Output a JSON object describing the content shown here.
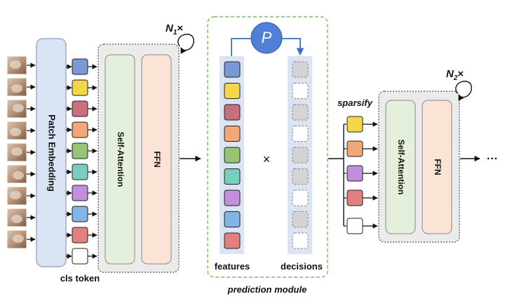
{
  "labels": {
    "patch_embedding": "Patch Embedding",
    "cls_token": "cls token",
    "self_attention_1": "Self-Attention",
    "ffn_1": "FFN",
    "n1_repeat": "N",
    "n1_sub": "1",
    "times": "×",
    "p_symbol": "P",
    "features": "features",
    "decisions": "decisions",
    "multiply": "×",
    "prediction_module": "prediction module",
    "sparsify": "sparsify",
    "self_attention_2": "Self-Attention",
    "ffn_2": "FFN",
    "n2_repeat": "N",
    "n2_sub": "2",
    "ellipsis": "···"
  },
  "colors": {
    "tokens": [
      "#7b98d6",
      "#f5d648",
      "#c8717e",
      "#f1a777",
      "#96c575",
      "#78cfbf",
      "#c38fdc",
      "#84b4e4",
      "#e2807f",
      "#ffffff"
    ],
    "sparse_tokens": [
      "#f5d648",
      "#f1a777",
      "#c38fdc",
      "#e2807f",
      "#ffffff"
    ],
    "patch_embedding_fill": "#dbe4f5",
    "self_attention_fill": "#e4f0dc",
    "ffn_fill": "#fbe3d6",
    "block_bg": "#ebebeb",
    "prediction_border": "#7cbf5a",
    "column_bg": "#dbe4f5",
    "p_circle": "#4f7fd6",
    "decision_grey": "#d4d4d4"
  },
  "decisions": [
    "grey",
    "white",
    "grey",
    "white",
    "grey",
    "grey",
    "white",
    "grey",
    "white"
  ],
  "image_patches": [
    "cat-patch",
    "cat-patch",
    "cat-patch",
    "cat-patch",
    "cat-patch",
    "cat-patch",
    "cat-patch",
    "cat-patch",
    "cat-patch"
  ]
}
